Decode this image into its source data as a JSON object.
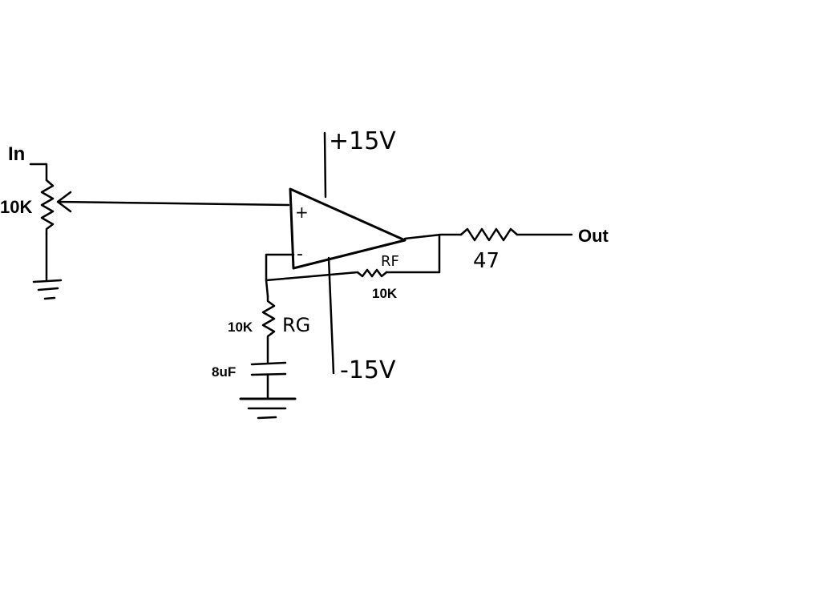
{
  "labels": {
    "input": "In",
    "pot_value": "10K",
    "plus_supply": "+15V",
    "minus_supply": "-15V",
    "noninverting": "+",
    "inverting": "-",
    "output_resistor": "47",
    "output": "Out",
    "feedback_name": "RF",
    "feedback_value": "10K",
    "gain_name": "RG",
    "gain_value": "10K",
    "capacitor_value": "8uF"
  },
  "colors": {
    "ink": "#000000",
    "background": "#ffffff"
  },
  "icons": [
    "potentiometer-icon",
    "ground-icon",
    "op-amp-icon",
    "resistor-icon",
    "capacitor-icon"
  ]
}
